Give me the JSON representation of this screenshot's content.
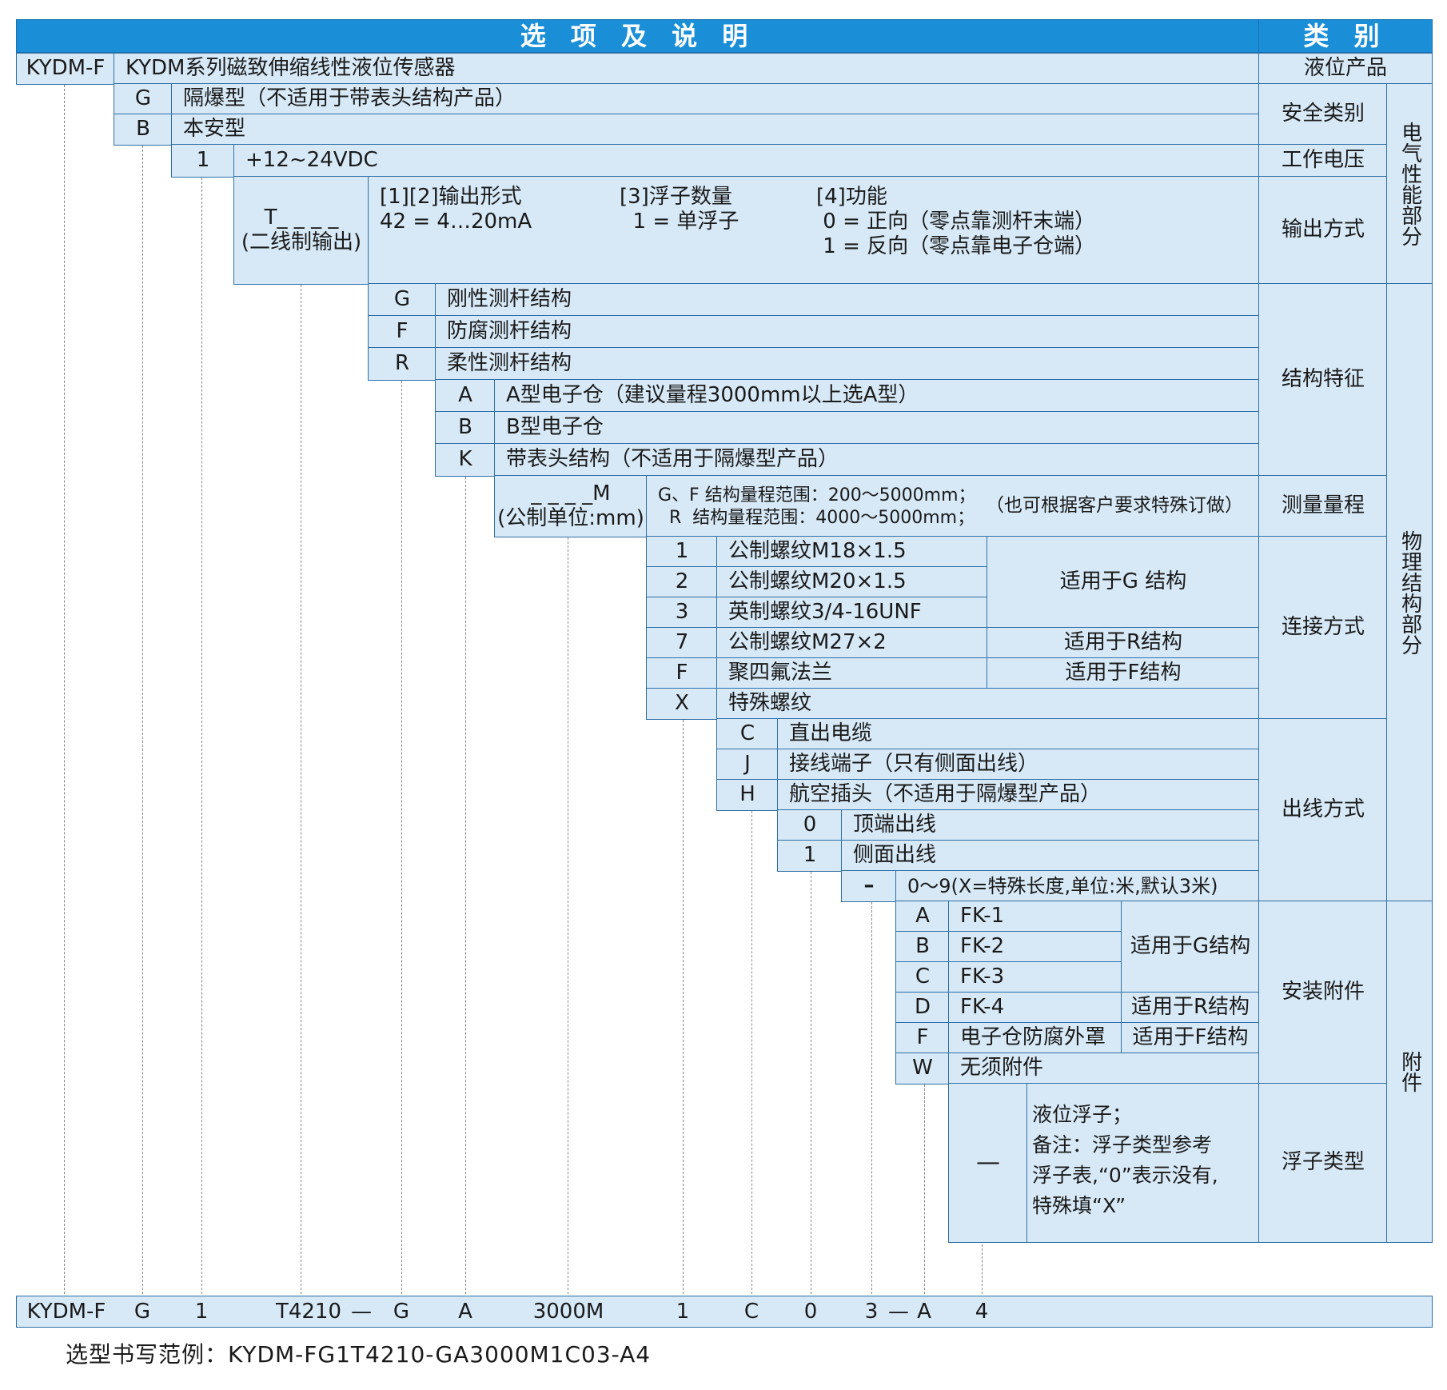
{
  "header": {
    "options_title": "选 项 及 说 明",
    "category_title": "类 别"
  },
  "product": {
    "code": "KYDM-F",
    "desc": "KYDM系列磁致伸缩线性液位传感器",
    "category": "液位产品"
  },
  "safety": {
    "g_code": "G",
    "g_desc": "隔爆型（不适用于带表头结构产品）",
    "b_code": "B",
    "b_desc": "本安型",
    "category": "安全类别"
  },
  "voltage": {
    "code": "1",
    "desc": "+12~24VDC",
    "category": "工作电压"
  },
  "output": {
    "code": "T_ _ _ _",
    "code_sub": "(二线制输出)",
    "col1": "[1][2]输出形式\n42 = 4…20mA",
    "col2": "[3]浮子数量\n  1 = 单浮子",
    "col3": "[4]功能\n 0 = 正向（零点靠测杆末端）\n 1 = 反向（零点靠电子仓端）",
    "category": "输出方式"
  },
  "group_electrical": "电气性能部分",
  "structure": {
    "rods": [
      {
        "code": "G",
        "desc": "刚性测杆结构"
      },
      {
        "code": "F",
        "desc": "防腐测杆结构"
      },
      {
        "code": "R",
        "desc": "柔性测杆结构"
      }
    ],
    "housings": [
      {
        "code": "A",
        "desc": "A型电子仓（建议量程3000mm以上选A型）"
      },
      {
        "code": "B",
        "desc": "B型电子仓"
      },
      {
        "code": "K",
        "desc": "带表头结构（不适用于隔爆型产品）"
      }
    ],
    "category": "结构特征"
  },
  "range": {
    "code": "_ _ _ _M",
    "code_sub": "(公制单位:mm)",
    "line1": "G、F 结构量程范围：200～5000mm；",
    "line2": "  R  结构量程范围：4000～5000mm；",
    "note": "（也可根据客户要求特殊订做）",
    "category": "测量量程"
  },
  "connection": {
    "rows": [
      {
        "code": "1",
        "desc": "公制螺纹M18×1.5"
      },
      {
        "code": "2",
        "desc": "公制螺纹M20×1.5"
      },
      {
        "code": "3",
        "desc": "英制螺纹3/4-16UNF"
      },
      {
        "code": "7",
        "desc": "公制螺纹M27×2"
      },
      {
        "code": "F",
        "desc": "聚四氟法兰"
      },
      {
        "code": "X",
        "desc": "特殊螺纹"
      }
    ],
    "note_g": "适用于G 结构",
    "note_r": "适用于R结构",
    "note_f": "适用于F结构",
    "category": "连接方式"
  },
  "outlet": {
    "types": [
      {
        "code": "C",
        "desc": "直出电缆"
      },
      {
        "code": "J",
        "desc": "接线端子（只有侧面出线）"
      },
      {
        "code": "H",
        "desc": "航空插头（不适用于隔爆型产品）"
      }
    ],
    "positions": [
      {
        "code": "0",
        "desc": "顶端出线"
      },
      {
        "code": "1",
        "desc": "侧面出线"
      }
    ],
    "length_code": "–",
    "length_desc": "0～9(X=特殊长度,单位:米,默认3米)",
    "category": "出线方式"
  },
  "group_physical": "物理结构部分",
  "accessories": {
    "rows": [
      {
        "code": "A",
        "desc": "FK-1"
      },
      {
        "code": "B",
        "desc": "FK-2"
      },
      {
        "code": "C",
        "desc": "FK-3"
      },
      {
        "code": "D",
        "desc": "FK-4"
      },
      {
        "code": "F",
        "desc": "电子仓防腐外罩"
      },
      {
        "code": "W",
        "desc": "无须附件"
      }
    ],
    "note_g": "适用于G结构",
    "note_r": "适用于R结构",
    "note_f": "适用于F结构",
    "category": "安装附件"
  },
  "float": {
    "code": "—",
    "desc": "液位浮子；\n备注：浮子类型参考\n浮子表,“0”表示没有,\n特殊填“X”",
    "category": "浮子类型"
  },
  "group_accessory": "附件",
  "example": {
    "items": [
      "KYDM-F",
      "G",
      "1",
      "T4210",
      "—",
      "G",
      "A",
      "3000M",
      "1",
      "C",
      "0",
      "3",
      "—",
      "A",
      "4"
    ]
  },
  "footnote": "选型书写范例：KYDM-FG1T4210-GA3000M1C03-A4"
}
